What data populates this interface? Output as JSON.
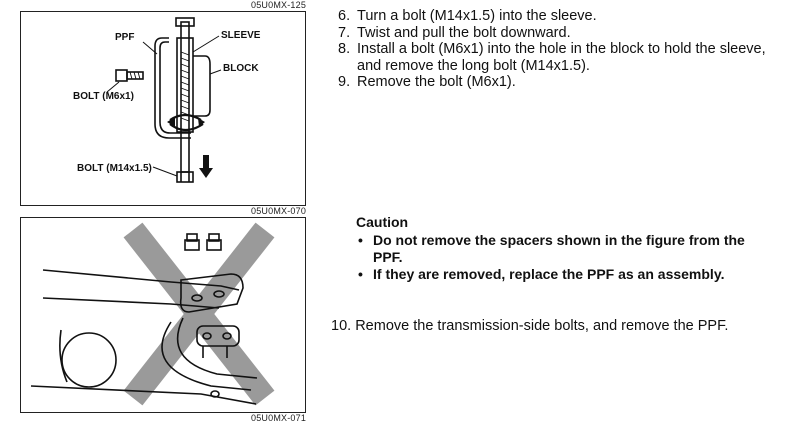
{
  "figures": [
    {
      "ref_code": "05U0MX-125",
      "labels": {
        "ppf": "PPF",
        "sleeve": "SLEEVE",
        "block": "BLOCK",
        "bolt_m6": "BOLT (M6x1)",
        "bolt_m14": "BOLT (M14x1.5)"
      }
    },
    {
      "ref_code": "05U0MX-070"
    },
    {
      "ref_code": "05U0MX-071"
    }
  ],
  "steps": [
    {
      "num": "6.",
      "text": "Turn a bolt (M14x1.5) into the sleeve."
    },
    {
      "num": "7.",
      "text": "Twist and pull the bolt downward."
    },
    {
      "num": "8.",
      "text": "Install a bolt (M6x1) into the hole in the block to hold the sleeve, and remove the long bolt (M14x1.5)."
    },
    {
      "num": "9.",
      "text": "Remove the bolt (M6x1)."
    }
  ],
  "caution": {
    "title": "Caution",
    "items": [
      "Do not remove the spacers shown in the figure from the PPF.",
      "If they are removed, replace the PPF as an assembly."
    ]
  },
  "step10": {
    "num": "10.",
    "text": "Remove the transmission-side bolts, and remove the PPF."
  }
}
